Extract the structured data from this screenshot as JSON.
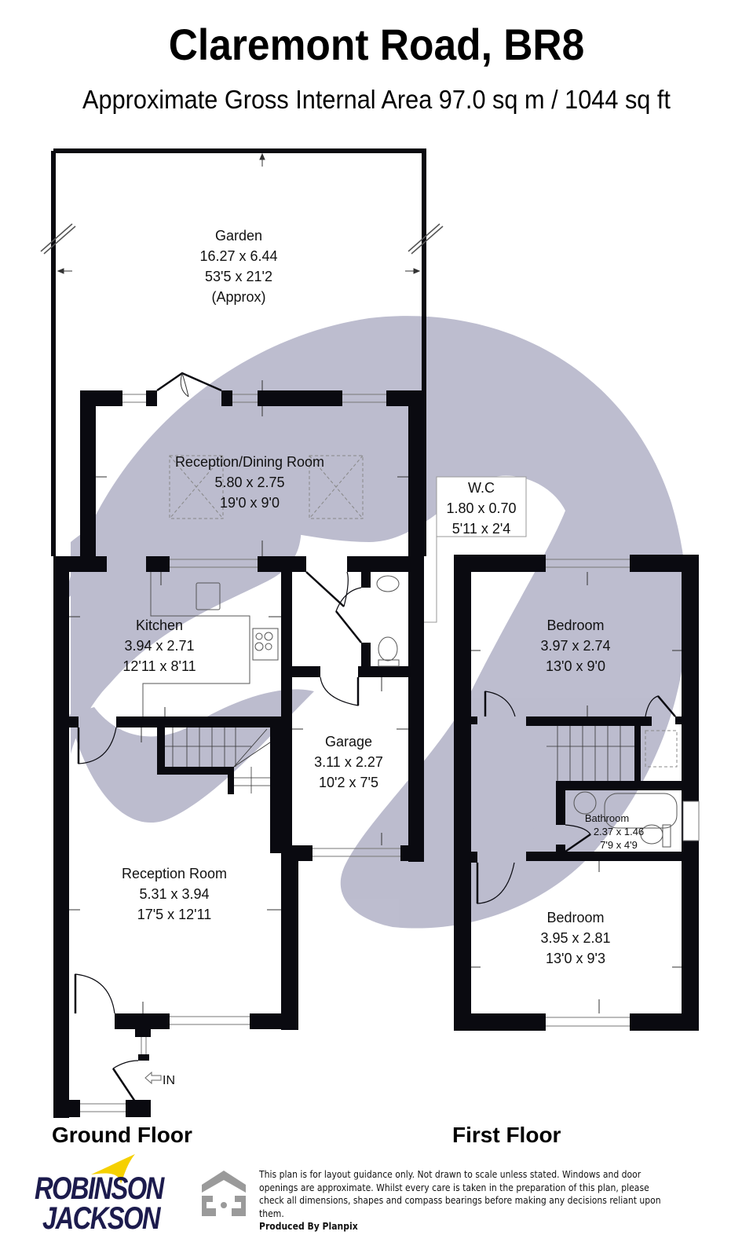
{
  "header": {
    "title": "Claremont Road, BR8",
    "subtitle": "Approximate Gross Internal Area 97.0 sq m / 1044 sq ft"
  },
  "colors": {
    "wall": "#0a0a10",
    "watermark": "#b9b9cc",
    "text": "#111111",
    "logo_text": "#1c1b4d",
    "logo_bird": "#f5d000",
    "planpix_icon": "#999999"
  },
  "floors": [
    {
      "label": "Ground Floor",
      "rooms": [
        {
          "name": "Garden",
          "metric": "16.27 x 6.44",
          "imperial": "53'5 x 21'2",
          "note": "(Approx)"
        },
        {
          "name": "Reception/Dining Room",
          "metric": "5.80 x 2.75",
          "imperial": "19'0 x 9'0"
        },
        {
          "name": "W.C",
          "metric": "1.80 x 0.70",
          "imperial": "5'11 x 2'4"
        },
        {
          "name": "Kitchen",
          "metric": "3.94 x 2.71",
          "imperial": "12'11 x 8'11"
        },
        {
          "name": "Garage",
          "metric": "3.11 x 2.27",
          "imperial": "10'2 x 7'5"
        },
        {
          "name": "Reception Room",
          "metric": "5.31 x 3.94",
          "imperial": "17'5 x 12'11"
        }
      ],
      "entrance_label": "IN"
    },
    {
      "label": "First Floor",
      "rooms": [
        {
          "name": "Bedroom",
          "metric": "3.97 x 2.74",
          "imperial": "13'0 x 9'0"
        },
        {
          "name": "Bathroom",
          "metric": "2.37 x 1.46",
          "imperial": "7'9 x 4'9"
        },
        {
          "name": "Bedroom",
          "metric": "3.95 x 2.81",
          "imperial": "13'0 x 9'3"
        }
      ]
    }
  ],
  "footer": {
    "logo_line1": "ROBINSON",
    "logo_line2": "JACKSON",
    "disclaimer": "This plan is for layout guidance only. Not drawn to scale unless stated. Windows and door openings are approximate. Whilst every care is taken in the preparation of this plan, please check all dimensions, shapes and compass bearings before making any decisions reliant upon them.",
    "produced_by": "Produced By Planpix"
  }
}
